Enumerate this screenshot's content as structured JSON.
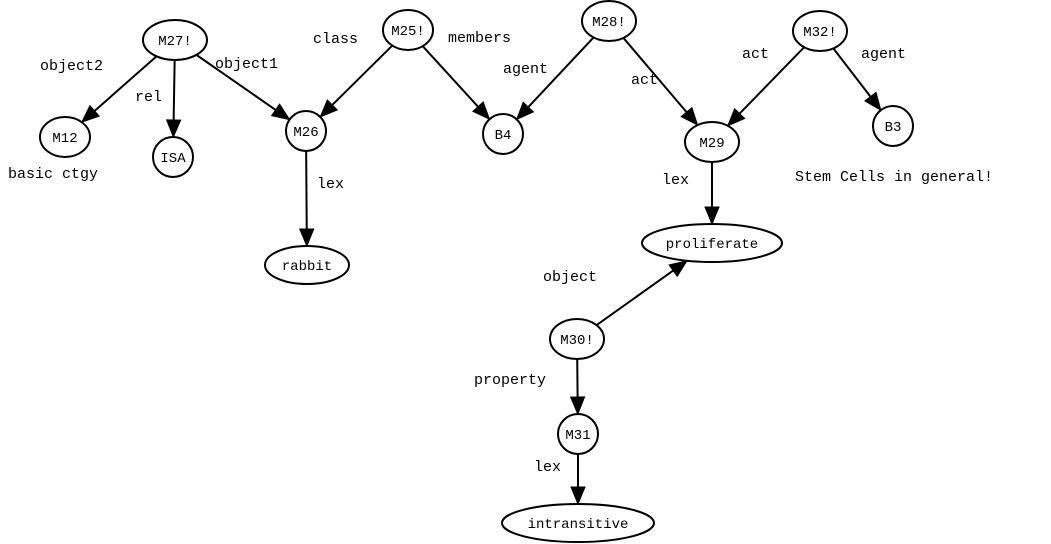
{
  "graph": {
    "nodes": [
      {
        "id": "M27!",
        "label": "M27!"
      },
      {
        "id": "M12",
        "label": "M12"
      },
      {
        "id": "ISA",
        "label": "ISA"
      },
      {
        "id": "M26",
        "label": "M26"
      },
      {
        "id": "rabbit",
        "label": "rabbit"
      },
      {
        "id": "M25!",
        "label": "M25!"
      },
      {
        "id": "B4",
        "label": "B4"
      },
      {
        "id": "M28!",
        "label": "M28!"
      },
      {
        "id": "M29",
        "label": "M29"
      },
      {
        "id": "proliferate",
        "label": "proliferate"
      },
      {
        "id": "M32!",
        "label": "M32!"
      },
      {
        "id": "B3",
        "label": "B3"
      },
      {
        "id": "M30!",
        "label": "M30!"
      },
      {
        "id": "M31",
        "label": "M31"
      },
      {
        "id": "intransitive",
        "label": "intransitive"
      }
    ],
    "edges": [
      {
        "from": "M27!",
        "to": "M12",
        "label": "object2"
      },
      {
        "from": "M27!",
        "to": "ISA",
        "label": "rel"
      },
      {
        "from": "M27!",
        "to": "M26",
        "label": "object1"
      },
      {
        "from": "M25!",
        "to": "M26",
        "label": "class"
      },
      {
        "from": "M25!",
        "to": "B4",
        "label": "members"
      },
      {
        "from": "M26",
        "to": "rabbit",
        "label": "lex"
      },
      {
        "from": "M28!",
        "to": "B4",
        "label": "agent"
      },
      {
        "from": "M28!",
        "to": "M29",
        "label": "act"
      },
      {
        "from": "M32!",
        "to": "M29",
        "label": "act"
      },
      {
        "from": "M32!",
        "to": "B3",
        "label": "agent"
      },
      {
        "from": "M29",
        "to": "proliferate",
        "label": "lex"
      },
      {
        "from": "M30!",
        "to": "proliferate",
        "label": "object"
      },
      {
        "from": "M30!",
        "to": "M31",
        "label": "property"
      },
      {
        "from": "M31",
        "to": "intransitive",
        "label": "lex"
      }
    ],
    "annotations": [
      {
        "id": "m12-note",
        "text": "basic ctgy"
      },
      {
        "id": "b3-note",
        "text": "Stem Cells in general!"
      }
    ]
  }
}
